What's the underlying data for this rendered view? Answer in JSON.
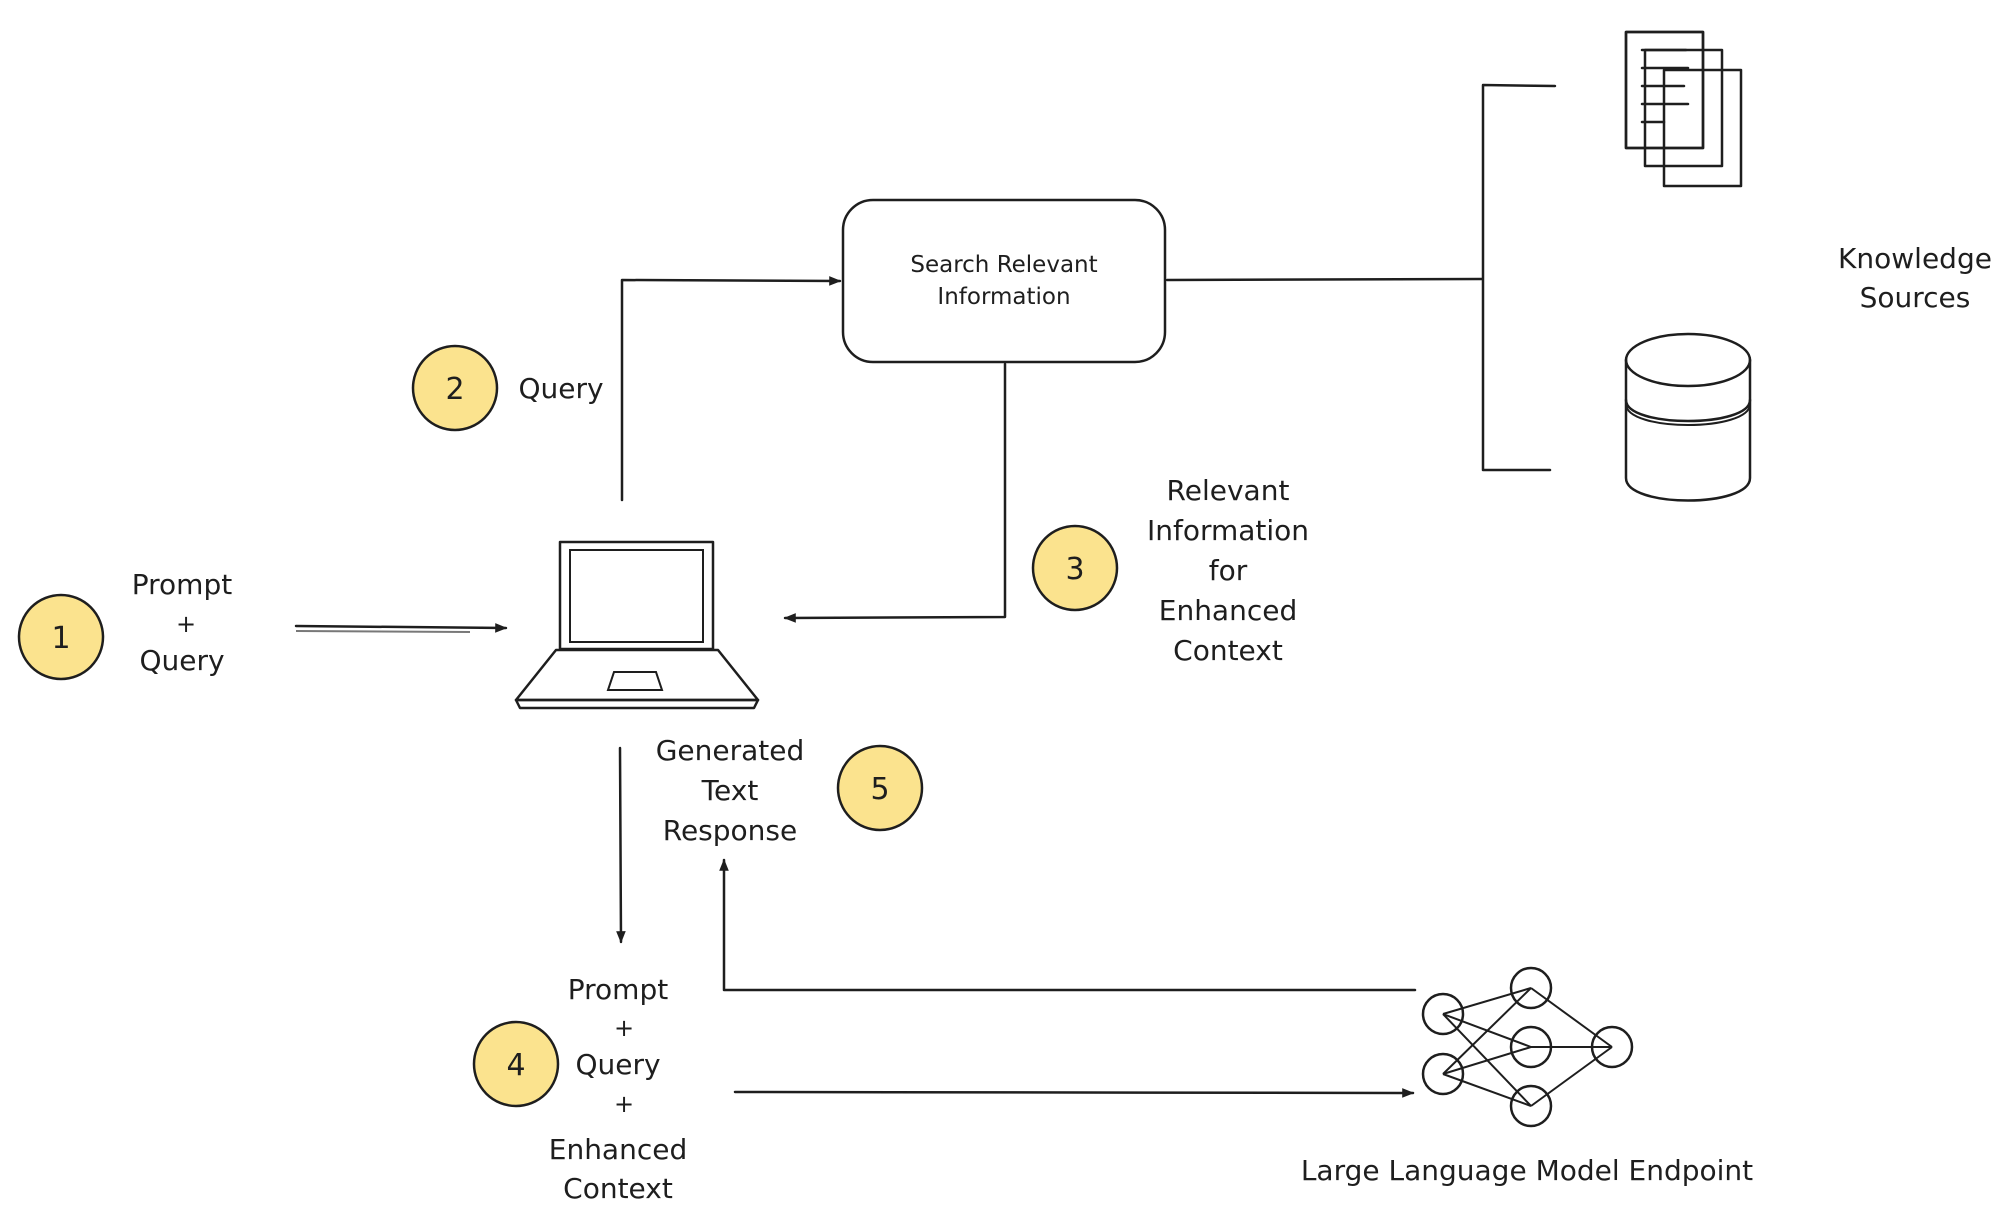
{
  "colors": {
    "ink": "#1e1e1e",
    "badge": "#fbe38e",
    "hatch": "#9a9a9a"
  },
  "steps": {
    "step1": {
      "number": "1",
      "lines": [
        "Prompt",
        "+",
        "Query"
      ]
    },
    "step2": {
      "number": "2",
      "label": "Query"
    },
    "step3": {
      "number": "3",
      "lines": [
        "Relevant",
        "Information",
        "for",
        "Enhanced",
        "Context"
      ]
    },
    "step4": {
      "number": "4",
      "lines": [
        "Prompt",
        "+",
        "Query",
        "+",
        "Enhanced",
        "Context"
      ]
    },
    "step5": {
      "number": "5",
      "lines": [
        "Generated",
        "Text",
        "Response"
      ]
    }
  },
  "search_box": {
    "lines": [
      "Search Relevant",
      "Information"
    ]
  },
  "knowledge": {
    "lines": [
      "Knowledge",
      "Sources"
    ],
    "icons": [
      "documents-icon",
      "database-icon"
    ]
  },
  "llm": {
    "label": "Large Language Model Endpoint",
    "icon": "neural-network-icon"
  },
  "client": {
    "icon": "laptop-icon"
  }
}
